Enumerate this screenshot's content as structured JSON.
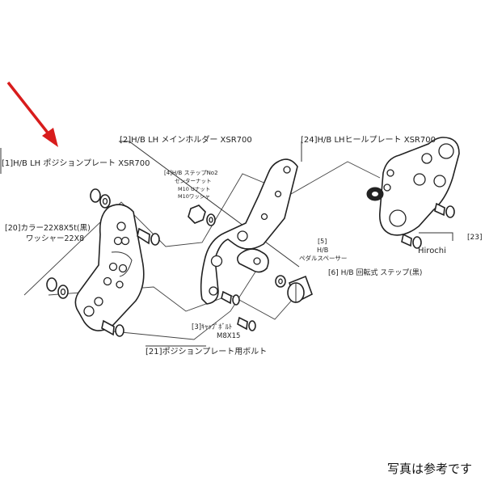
{
  "labels": {
    "pos_plate": "[1]H/B LH ポジションプレート XSR700",
    "main_holder": "[2]H/B LH メインホルダー XSR700",
    "heel_plate": "[24]H/B LHヒールプレート XSR700",
    "collar_a": "[20]カラー22X8X5t(黒)",
    "collar_b": "ワッシャー22X8",
    "step_a": "[4]H/B ステップNo2",
    "step_b": "センターナット",
    "step_c": "M10 Uナット",
    "step_d": "M10ワッシャ",
    "pedal_a": "[5]",
    "pedal_b": "H/B",
    "pedal_c": "ペダルスペーサー",
    "rotary": "[6] H/B 回転式 ステップ(黒)",
    "cap_a": "[3]ｷｬｯﾌﾟﾎﾞﾙﾄ",
    "cap_b": "M8X15",
    "bolt21": "[21]ポジションプレート用ボルト",
    "part23": "[23]",
    "watermark": "Hirochi"
  },
  "caption": "写真は参考です"
}
